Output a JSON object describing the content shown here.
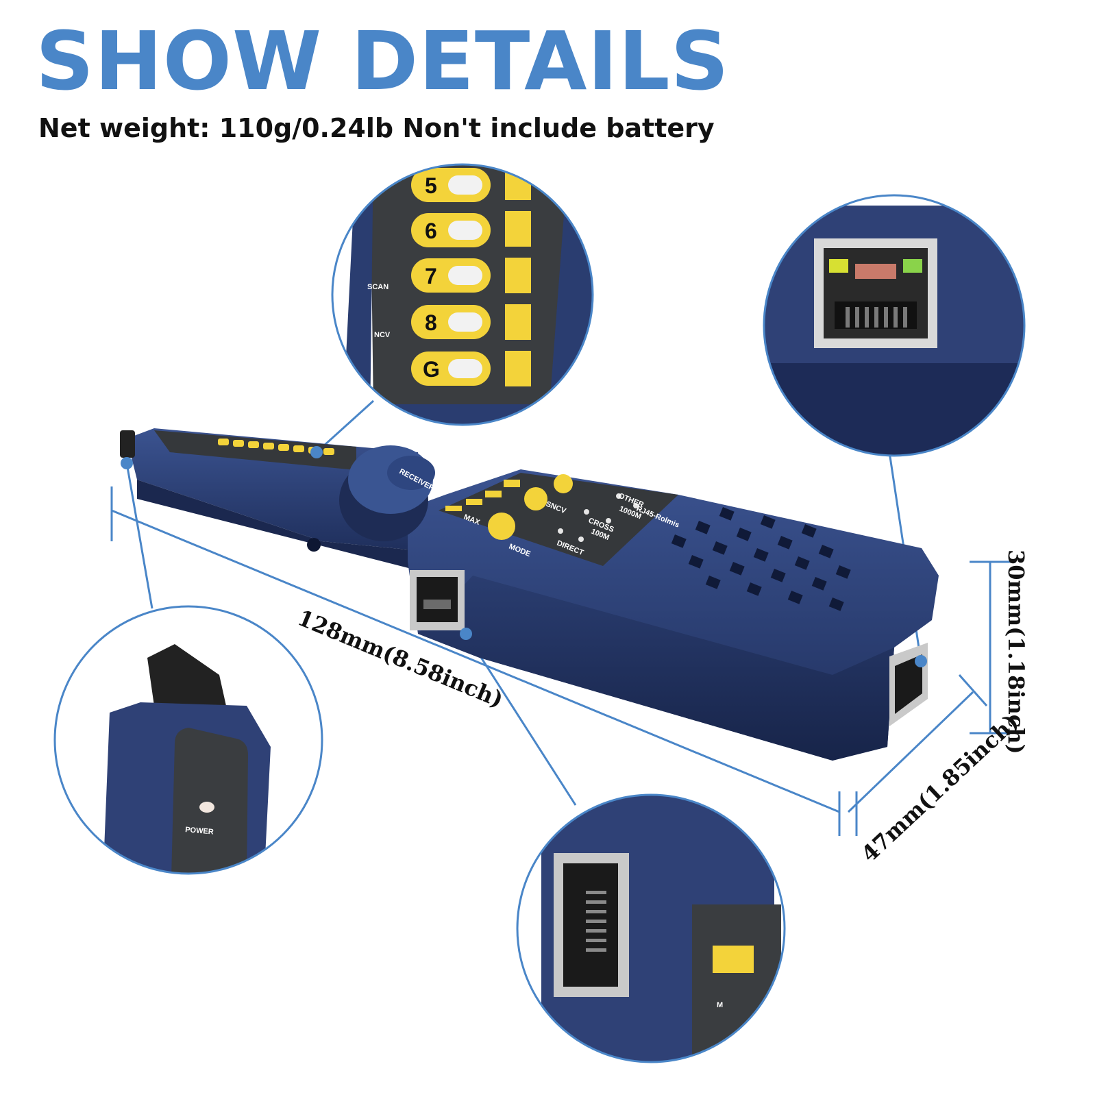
{
  "title": "SHOW DETAILS",
  "subtitle": "Net weight: 110g/0.24lb Non't include battery",
  "dimensions": {
    "length": "128mm(8.58inch)",
    "width": "47mm(1.85inch)",
    "height": "30mm(1.18inch)"
  },
  "device": {
    "receiver_label": "RECEIVER",
    "mode_label": "MODE",
    "sncv_label": "SNCV",
    "max_label": "MAX",
    "rj45_label": "RJ45-Rolmis",
    "other_label": "OTHER",
    "direct_label": "DIRECT",
    "cross_label": "CROSS",
    "speed_100": "100M",
    "speed_1000": "1000M"
  },
  "zoom_led_panel": {
    "led_labels": [
      "5",
      "6",
      "7",
      "8",
      "G"
    ],
    "scan_label": "SCAN",
    "ncv_label": "NCV"
  },
  "zoom_power": {
    "power_label": "POWER"
  },
  "zoom_bottom": {
    "partial_label": "M"
  },
  "colors": {
    "accent": "#4a86c8",
    "device_body": "#2b3f73",
    "panel": "#3a3d40",
    "led_yellow": "#f3d33a"
  }
}
